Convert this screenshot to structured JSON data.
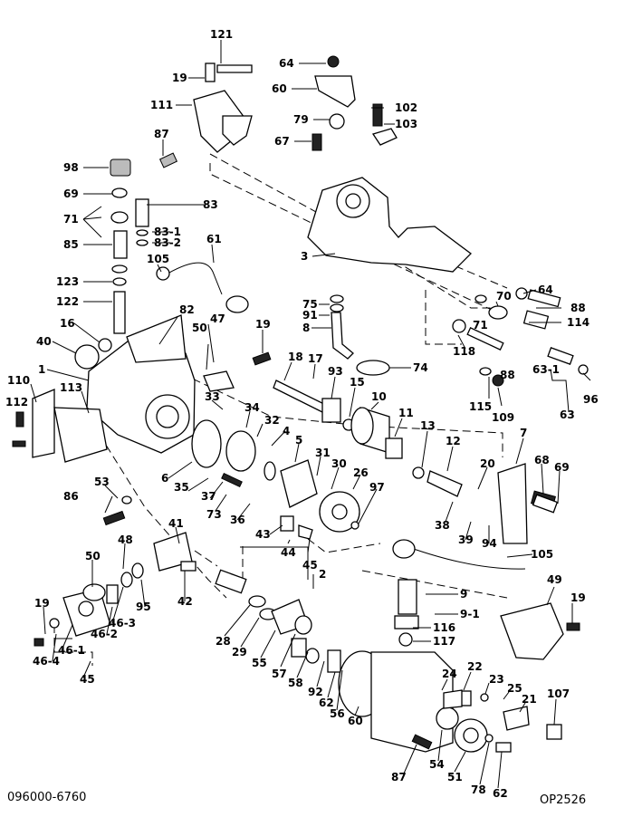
{
  "footer": {
    "part_number": "096000-6760",
    "drawing_code": "OP2526"
  },
  "callouts": [
    {
      "id": "c121",
      "text": "121"
    },
    {
      "id": "c19a",
      "text": "19"
    },
    {
      "id": "c111",
      "text": "111"
    },
    {
      "id": "c87a",
      "text": "87"
    },
    {
      "id": "c98",
      "text": "98"
    },
    {
      "id": "c69",
      "text": "69"
    },
    {
      "id": "c71a",
      "text": "71"
    },
    {
      "id": "c85",
      "text": "85"
    },
    {
      "id": "c123",
      "text": "123"
    },
    {
      "id": "c122",
      "text": "122"
    },
    {
      "id": "c16",
      "text": "16"
    },
    {
      "id": "c40",
      "text": "40"
    },
    {
      "id": "c1",
      "text": "1"
    },
    {
      "id": "c110",
      "text": "110"
    },
    {
      "id": "c112",
      "text": "112"
    },
    {
      "id": "c113",
      "text": "113"
    },
    {
      "id": "c64a",
      "text": "64"
    },
    {
      "id": "c60a",
      "text": "60"
    },
    {
      "id": "c79a",
      "text": "79"
    },
    {
      "id": "c67a",
      "text": "67"
    },
    {
      "id": "c102",
      "text": "102"
    },
    {
      "id": "c103",
      "text": "103"
    },
    {
      "id": "c83",
      "text": "83"
    },
    {
      "id": "c83_1",
      "text": "83-1"
    },
    {
      "id": "c83_2",
      "text": "83-2"
    },
    {
      "id": "c61",
      "text": "61"
    },
    {
      "id": "c105a",
      "text": "105"
    },
    {
      "id": "c3",
      "text": "3"
    },
    {
      "id": "c64b",
      "text": "64"
    },
    {
      "id": "c88a",
      "text": "88"
    },
    {
      "id": "c70",
      "text": "70"
    },
    {
      "id": "c71b",
      "text": "71"
    },
    {
      "id": "c114",
      "text": "114"
    },
    {
      "id": "c75",
      "text": "75"
    },
    {
      "id": "c91",
      "text": "91"
    },
    {
      "id": "c8",
      "text": "8"
    },
    {
      "id": "c118",
      "text": "118"
    },
    {
      "id": "c88b",
      "text": "88"
    },
    {
      "id": "c63_1",
      "text": "63-1"
    },
    {
      "id": "c115",
      "text": "115"
    },
    {
      "id": "c109",
      "text": "109"
    },
    {
      "id": "c96",
      "text": "96"
    },
    {
      "id": "c63",
      "text": "63"
    },
    {
      "id": "c82",
      "text": "82"
    },
    {
      "id": "c47",
      "text": "47"
    },
    {
      "id": "c50a",
      "text": "50"
    },
    {
      "id": "c19b",
      "text": "19"
    },
    {
      "id": "c18",
      "text": "18"
    },
    {
      "id": "c17",
      "text": "17"
    },
    {
      "id": "c93",
      "text": "93"
    },
    {
      "id": "c74",
      "text": "74"
    },
    {
      "id": "c15",
      "text": "15"
    },
    {
      "id": "c10",
      "text": "10"
    },
    {
      "id": "c11",
      "text": "11"
    },
    {
      "id": "c13",
      "text": "13"
    },
    {
      "id": "c12",
      "text": "12"
    },
    {
      "id": "c7",
      "text": "7"
    },
    {
      "id": "c33",
      "text": "33"
    },
    {
      "id": "c34",
      "text": "34"
    },
    {
      "id": "c32",
      "text": "32"
    },
    {
      "id": "c4",
      "text": "4"
    },
    {
      "id": "c5",
      "text": "5"
    },
    {
      "id": "c31",
      "text": "31"
    },
    {
      "id": "c30",
      "text": "30"
    },
    {
      "id": "c26",
      "text": "26"
    },
    {
      "id": "c97",
      "text": "97"
    },
    {
      "id": "c20",
      "text": "20"
    },
    {
      "id": "c68",
      "text": "68"
    },
    {
      "id": "c69b",
      "text": "69"
    },
    {
      "id": "c6",
      "text": "6"
    },
    {
      "id": "c35",
      "text": "35"
    },
    {
      "id": "c37",
      "text": "37"
    },
    {
      "id": "c36",
      "text": "36"
    },
    {
      "id": "c73",
      "text": "73"
    },
    {
      "id": "c38",
      "text": "38"
    },
    {
      "id": "c39",
      "text": "39"
    },
    {
      "id": "c94",
      "text": "94"
    },
    {
      "id": "c53",
      "text": "53"
    },
    {
      "id": "c86",
      "text": "86"
    },
    {
      "id": "c41",
      "text": "41"
    },
    {
      "id": "c43",
      "text": "43"
    },
    {
      "id": "c44",
      "text": "44"
    },
    {
      "id": "c45a",
      "text": "45"
    },
    {
      "id": "c105b",
      "text": "105"
    },
    {
      "id": "c48",
      "text": "48"
    },
    {
      "id": "c50b",
      "text": "50"
    },
    {
      "id": "c42",
      "text": "42"
    },
    {
      "id": "c95",
      "text": "95"
    },
    {
      "id": "c2",
      "text": "2"
    },
    {
      "id": "c9",
      "text": "9"
    },
    {
      "id": "c9_1",
      "text": "9-1"
    },
    {
      "id": "c49",
      "text": "49"
    },
    {
      "id": "c19c",
      "text": "19"
    },
    {
      "id": "c19d",
      "text": "19"
    },
    {
      "id": "c46_2",
      "text": "46-2"
    },
    {
      "id": "c46_3",
      "text": "46-3"
    },
    {
      "id": "c46_1",
      "text": "46-1"
    },
    {
      "id": "c46_4",
      "text": "46-4"
    },
    {
      "id": "c45b",
      "text": "45"
    },
    {
      "id": "c28",
      "text": "28"
    },
    {
      "id": "c29",
      "text": "29"
    },
    {
      "id": "c55",
      "text": "55"
    },
    {
      "id": "c57",
      "text": "57"
    },
    {
      "id": "c58",
      "text": "58"
    },
    {
      "id": "c92",
      "text": "92"
    },
    {
      "id": "c62a",
      "text": "62"
    },
    {
      "id": "c56",
      "text": "56"
    },
    {
      "id": "c60b",
      "text": "60"
    },
    {
      "id": "c116",
      "text": "116"
    },
    {
      "id": "c117",
      "text": "117"
    },
    {
      "id": "c24",
      "text": "24"
    },
    {
      "id": "c22",
      "text": "22"
    },
    {
      "id": "c23",
      "text": "23"
    },
    {
      "id": "c25",
      "text": "25"
    },
    {
      "id": "c21",
      "text": "21"
    },
    {
      "id": "c107",
      "text": "107"
    },
    {
      "id": "c54",
      "text": "54"
    },
    {
      "id": "c51",
      "text": "51"
    },
    {
      "id": "c78",
      "text": "78"
    },
    {
      "id": "c62b",
      "text": "62"
    },
    {
      "id": "c87b",
      "text": "87"
    }
  ]
}
